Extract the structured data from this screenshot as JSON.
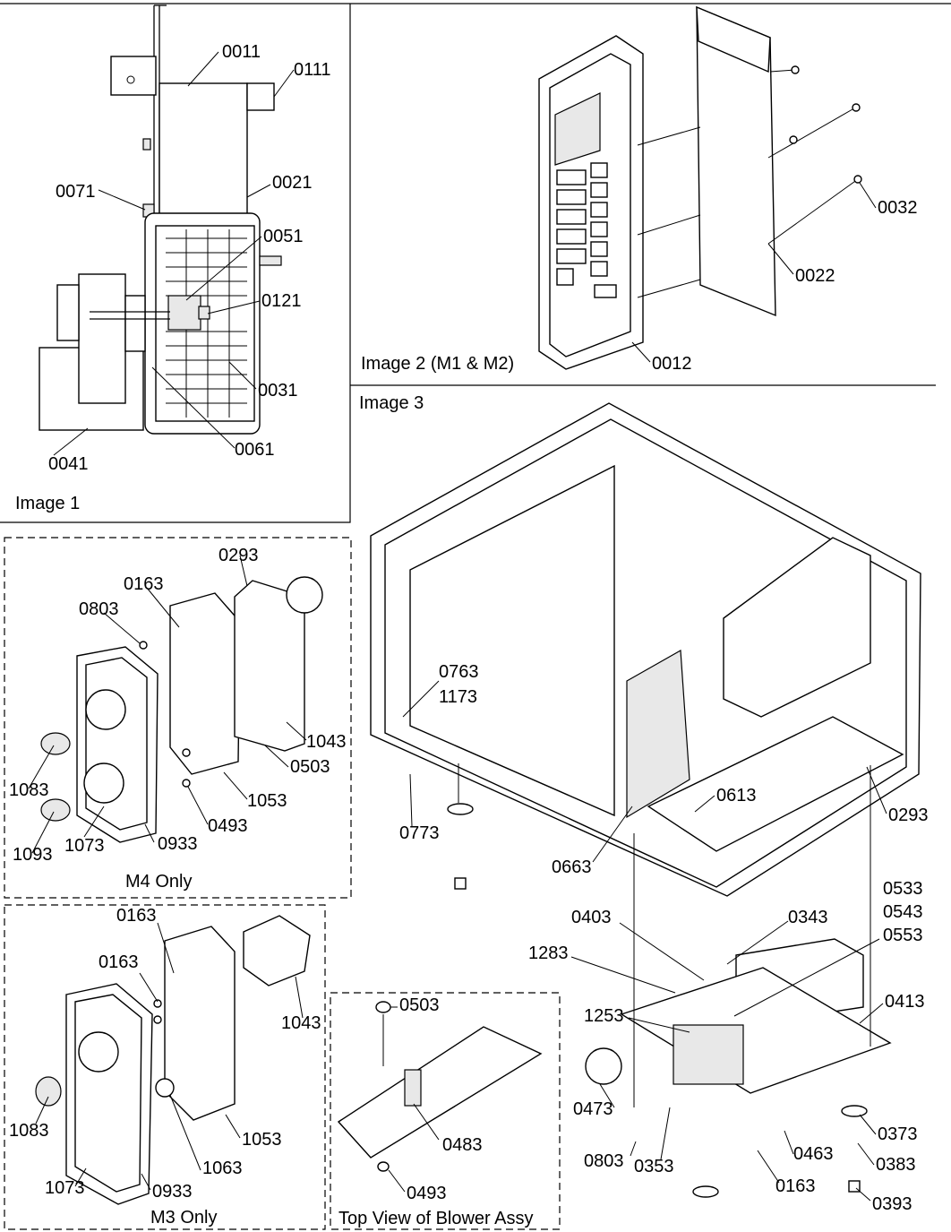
{
  "panels": {
    "image1": "Image 1",
    "image2": "Image 2 (M1 & M2)",
    "image3": "Image 3",
    "m4": "M4 Only",
    "m3": "M3 Only",
    "blower": "Top View of Blower Assy"
  },
  "callouts": {
    "image1": [
      "0011",
      "0111",
      "0021",
      "0071",
      "0051",
      "0121",
      "0031",
      "0061",
      "0041"
    ],
    "image2": [
      "0032",
      "0022",
      "0012"
    ],
    "m4": [
      "0293",
      "0163",
      "0803",
      "1043",
      "0503",
      "1053",
      "0493",
      "1083",
      "1093",
      "1073",
      "0933"
    ],
    "m3": [
      "0163",
      "0163",
      "1043",
      "1083",
      "1053",
      "1063",
      "1073",
      "0933"
    ],
    "blower": [
      "0503",
      "0483",
      "0493"
    ],
    "image3": [
      "0763",
      "1173",
      "0773",
      "0613",
      "0293",
      "0663",
      "0533",
      "0543",
      "0553",
      "0403",
      "0343",
      "1283",
      "0413",
      "1253",
      "0473",
      "0803",
      "0353",
      "0163",
      "0463",
      "0373",
      "0383",
      "0393"
    ]
  }
}
